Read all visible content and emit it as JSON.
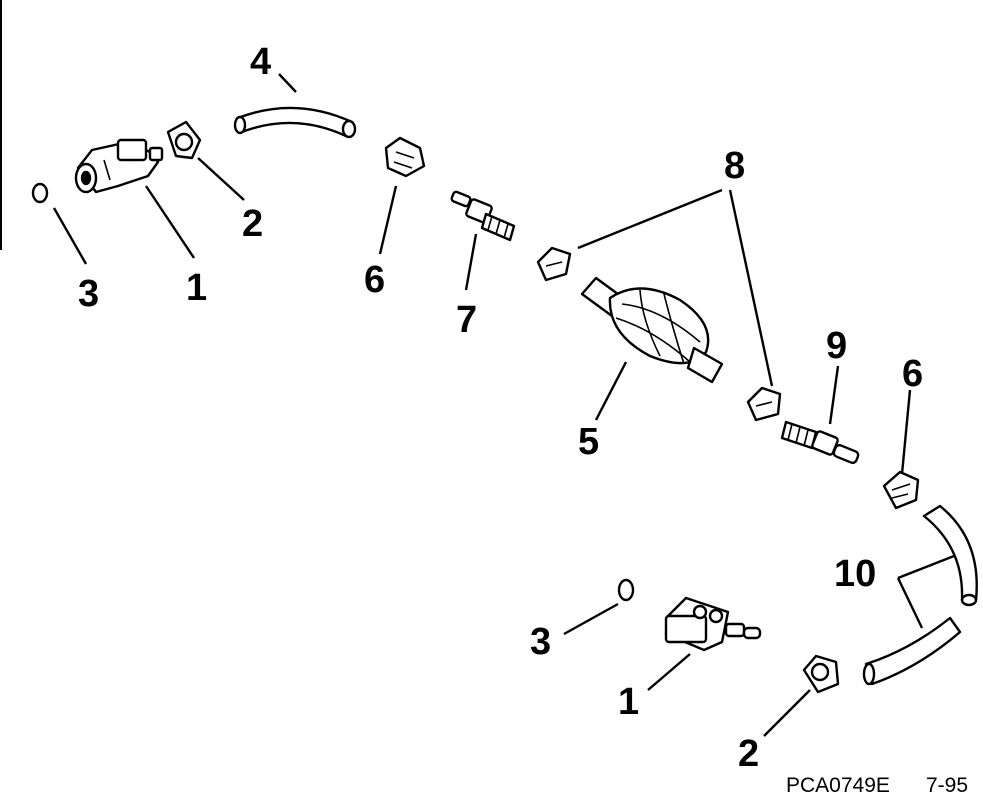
{
  "diagram": {
    "callouts": {
      "c1_top": "1",
      "c2_top": "2",
      "c3_top": "3",
      "c4": "4",
      "c5": "5",
      "c6_top": "6",
      "c6_right": "6",
      "c7": "7",
      "c8": "8",
      "c9": "9",
      "c10": "10",
      "c1_bottom": "1",
      "c2_bottom": "2",
      "c3_bottom": "3"
    },
    "figure_code": "PCA0749E",
    "date_code": "7-95"
  }
}
